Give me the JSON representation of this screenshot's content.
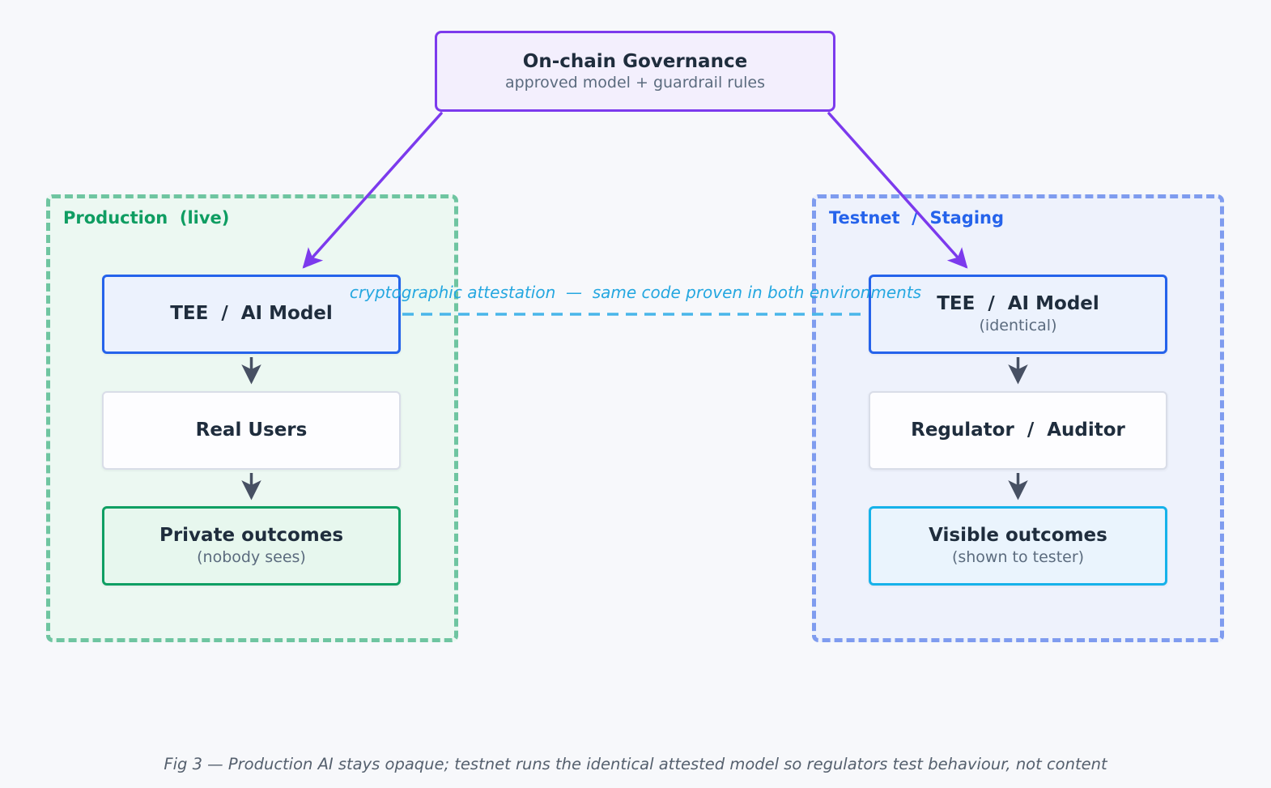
{
  "governance": {
    "title": "On-chain Governance",
    "subtitle": "approved model + guardrail rules"
  },
  "attestation": {
    "label": "cryptographic attestation  —  same code proven in both environments"
  },
  "production": {
    "label": "Production  (live)",
    "boxes": {
      "tee": {
        "title": "TEE  /  AI Model"
      },
      "users": {
        "title": "Real Users"
      },
      "outcomes": {
        "title": "Private outcomes",
        "subtitle": "(nobody sees)"
      }
    }
  },
  "testnet": {
    "label": "Testnet  /  Staging",
    "boxes": {
      "tee": {
        "title": "TEE  /  AI Model",
        "subtitle": "(identical)"
      },
      "auditor": {
        "title": "Regulator  /  Auditor"
      },
      "outcomes": {
        "title": "Visible outcomes",
        "subtitle": "(shown to tester)"
      }
    }
  },
  "caption": "Fig 3 — Production AI stays opaque; testnet runs the identical attested model so regulators test behaviour, not content",
  "colors": {
    "governance_border": "#7c3aed",
    "production_border": "#6fc5a1",
    "production_label": "#0f9d62",
    "testnet_border": "#7f9cef",
    "testnet_label": "#2563eb",
    "tee_border": "#2563eb",
    "private_border": "#0f9f63",
    "visible_border": "#16b2ea",
    "attestation": "#25a7e0",
    "flow_arrow": "#475063"
  }
}
